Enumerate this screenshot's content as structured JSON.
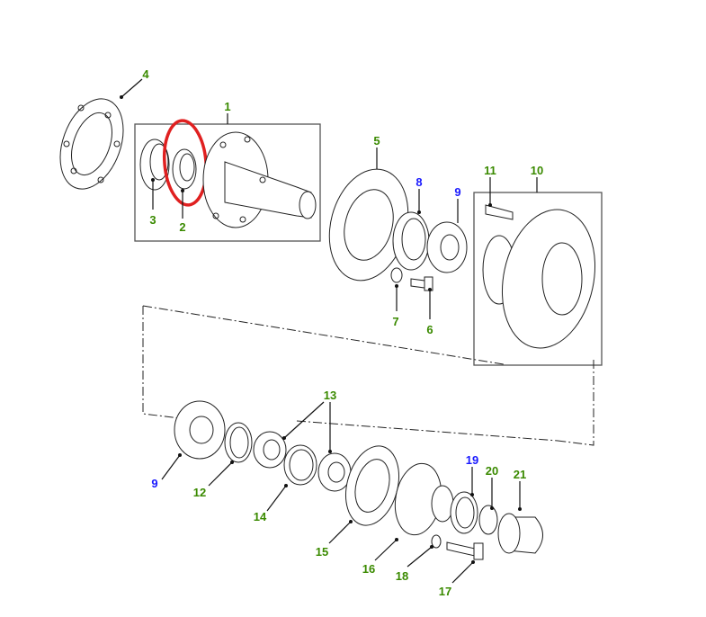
{
  "diagram": {
    "colors": {
      "green_label": "#3a8a00",
      "blue_label": "#1a1aff",
      "highlight": "#e02020"
    },
    "highlighted_part": "2",
    "labels": [
      {
        "text": "4",
        "color": "green"
      },
      {
        "text": "1",
        "color": "green"
      },
      {
        "text": "3",
        "color": "green"
      },
      {
        "text": "2",
        "color": "green"
      },
      {
        "text": "5",
        "color": "green"
      },
      {
        "text": "8",
        "color": "blue"
      },
      {
        "text": "9",
        "color": "blue"
      },
      {
        "text": "11",
        "color": "green"
      },
      {
        "text": "10",
        "color": "green"
      },
      {
        "text": "7",
        "color": "green"
      },
      {
        "text": "6",
        "color": "green"
      },
      {
        "text": "13",
        "color": "green"
      },
      {
        "text": "9",
        "color": "blue"
      },
      {
        "text": "12",
        "color": "green"
      },
      {
        "text": "14",
        "color": "green"
      },
      {
        "text": "15",
        "color": "green"
      },
      {
        "text": "16",
        "color": "green"
      },
      {
        "text": "18",
        "color": "green"
      },
      {
        "text": "17",
        "color": "green"
      },
      {
        "text": "19",
        "color": "blue"
      },
      {
        "text": "20",
        "color": "green"
      },
      {
        "text": "21",
        "color": "green"
      }
    ]
  }
}
